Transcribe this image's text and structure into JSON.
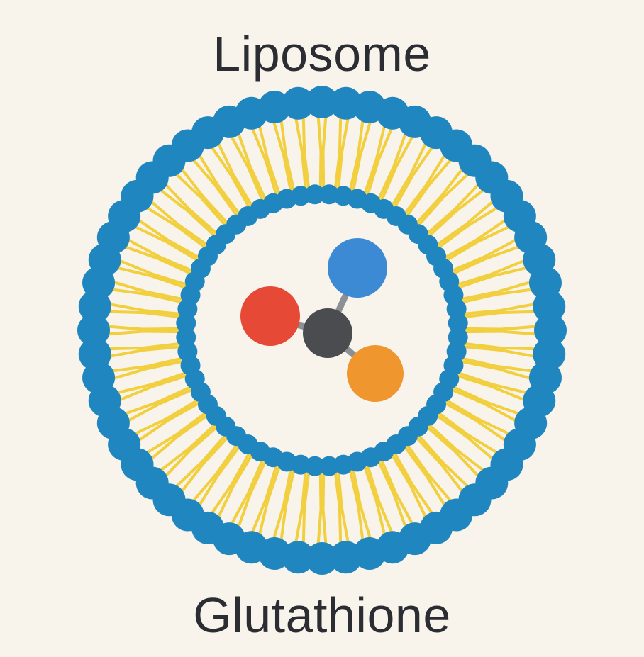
{
  "title": "Liposome",
  "subtitle": "Glutathione",
  "colors": {
    "background": "#f8f4ec",
    "lipid_head": "#1f86bf",
    "lipid_tail": "#f2cf3f",
    "atom_center": "#4a4c50",
    "atom_red": "#e64a36",
    "atom_blue": "#3d8ad4",
    "atom_orange": "#ef962f",
    "bond": "#8c8f94",
    "text": "#2b2d33"
  },
  "diagram": {
    "outer_leaflet_count": 60,
    "inner_leaflet_count": 60,
    "icons": [
      "lipid-head-icon",
      "lipid-tail-icon",
      "molecule-icon"
    ]
  }
}
